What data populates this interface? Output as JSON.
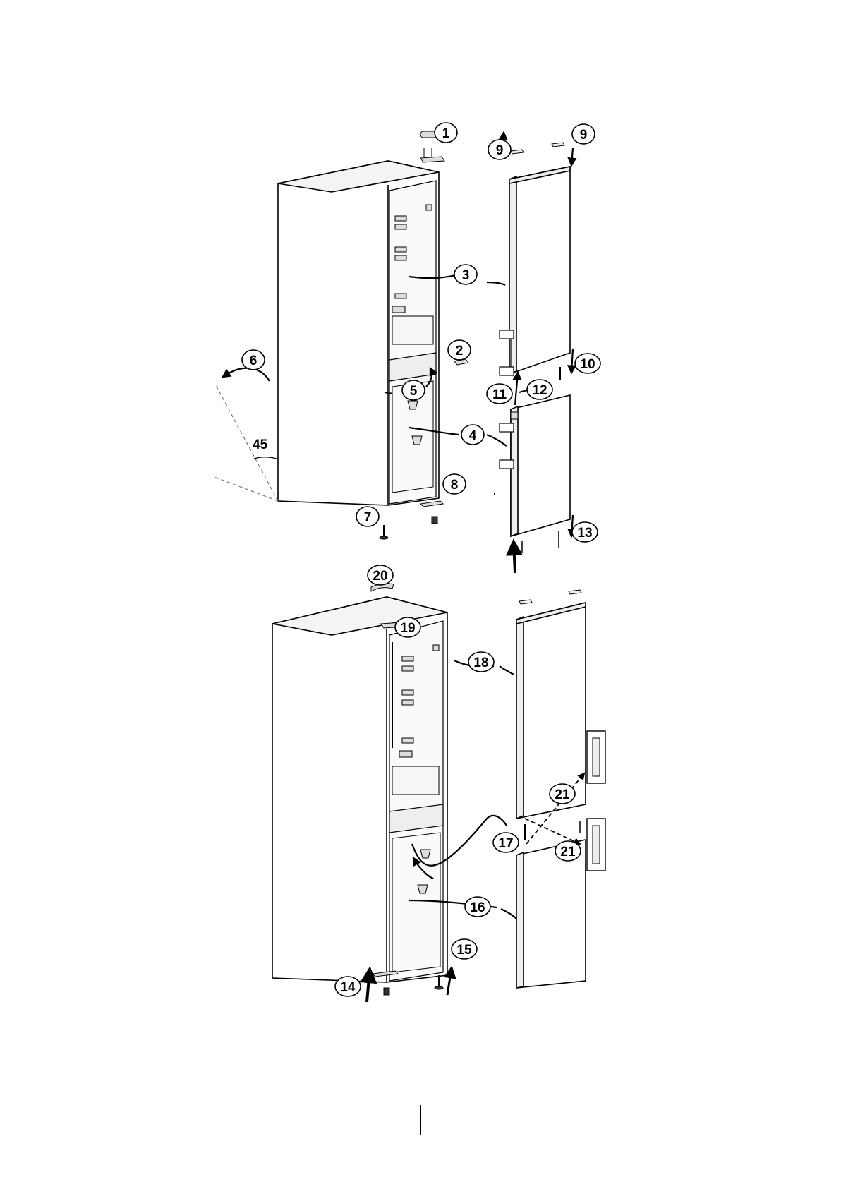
{
  "figure": {
    "top_assembly": {
      "callouts": [
        "1",
        "2",
        "3",
        "4",
        "5",
        "6",
        "7",
        "8",
        "9",
        "9",
        "10",
        "11",
        "12",
        "13"
      ],
      "angle_label": "45"
    },
    "bottom_assembly": {
      "callouts": [
        "14",
        "15",
        "16",
        "17",
        "18",
        "19",
        "20",
        "21",
        "21"
      ]
    }
  }
}
